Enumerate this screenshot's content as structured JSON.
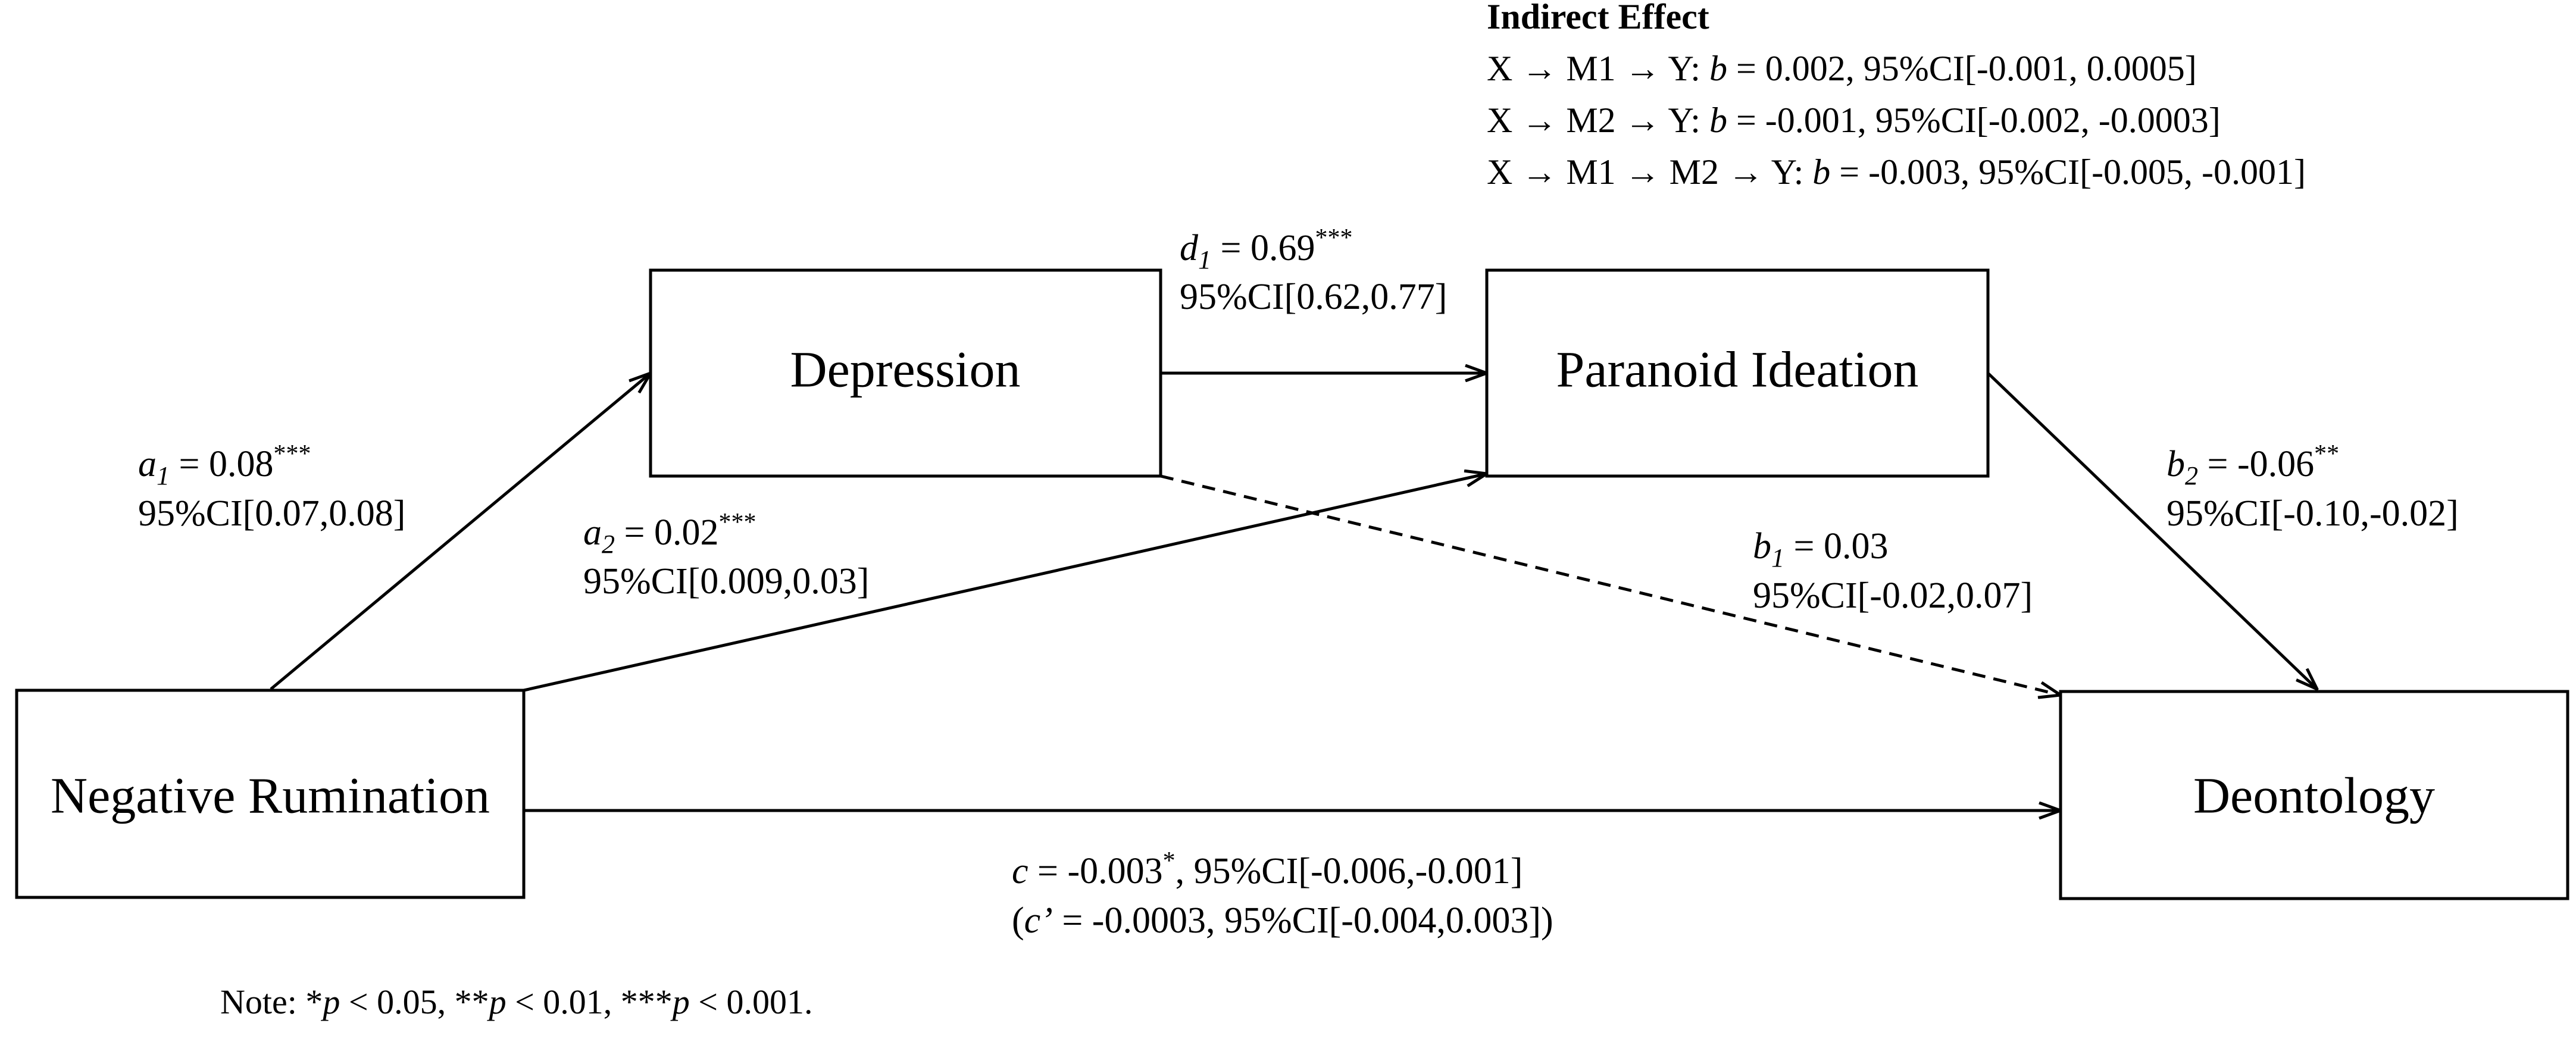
{
  "nodes": {
    "x": "Negative Rumination",
    "m1": "Depression",
    "m2": "Paranoid Ideation",
    "y": "Deontology"
  },
  "paths": {
    "a1": {
      "symbol": "a",
      "sub": "1",
      "eq": " = 0.08",
      "sig": "***",
      "ci": "95%CI[0.07,0.08]"
    },
    "a2": {
      "symbol": "a",
      "sub": "2",
      "eq": " = 0.02",
      "sig": "***",
      "ci": "95%CI[0.009,0.03]"
    },
    "d1": {
      "symbol": "d",
      "sub": "1",
      "eq": " = 0.69",
      "sig": "***",
      "ci": "95%CI[0.62,0.77]"
    },
    "b1": {
      "symbol": "b",
      "sub": "1",
      "eq": " = 0.03",
      "sig": "",
      "ci": "95%CI[-0.02,0.07]"
    },
    "b2": {
      "symbol": "b",
      "sub": "2",
      "eq": " = -0.06",
      "sig": "**",
      "ci": "95%CI[-0.10,-0.02]"
    },
    "c": {
      "symbol": "c",
      "eq": " = -0.003",
      "sig": "*",
      "rest": ", 95%CI[-0.006,-0.001]",
      "prime_open": "(",
      "prime_symbol": "c’",
      "prime_rest": " = -0.0003, 95%CI[-0.004,0.003])"
    }
  },
  "indirect": {
    "title": "Indirect Effect",
    "rows": [
      {
        "path": "X → M1  → Y: ",
        "b": "b",
        "rest": " = 0.002, 95%CI[-0.001, 0.0005]"
      },
      {
        "path": "X → M2  → Y: ",
        "b": "b",
        "rest": " = -0.001, 95%CI[-0.002, -0.0003]"
      },
      {
        "path": "X → M1 → M2 → Y: ",
        "b": "b",
        "rest": " = -0.003, 95%CI[-0.005, -0.001]"
      }
    ]
  },
  "note": {
    "lead": "Note: *",
    "p1": "p",
    "t1": " < 0.05, **",
    "p2": "p",
    "t2": " < 0.01, ***",
    "p3": "p",
    "t3": " < 0.001."
  }
}
